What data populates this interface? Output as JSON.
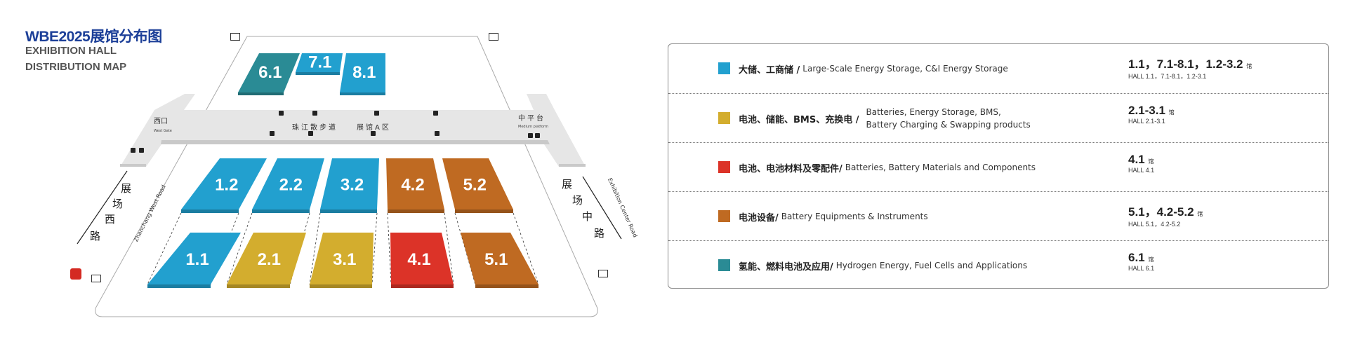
{
  "header": {
    "title": "WBE2025展馆分布图",
    "subtitle_line1": "EXHIBITION HALL",
    "subtitle_line2": "DISTRIBUTION MAP"
  },
  "map": {
    "halls": [
      {
        "id": "6.1",
        "category": "hydrogen"
      },
      {
        "id": "7.1",
        "category": "storage"
      },
      {
        "id": "8.1",
        "category": "storage"
      },
      {
        "id": "1.2",
        "category": "storage"
      },
      {
        "id": "2.2",
        "category": "storage"
      },
      {
        "id": "3.2",
        "category": "storage"
      },
      {
        "id": "4.2",
        "category": "equipment"
      },
      {
        "id": "5.2",
        "category": "equipment"
      },
      {
        "id": "1.1",
        "category": "storage"
      },
      {
        "id": "2.1",
        "category": "batteries"
      },
      {
        "id": "3.1",
        "category": "batteries"
      },
      {
        "id": "4.1",
        "category": "materials"
      },
      {
        "id": "5.1",
        "category": "equipment"
      }
    ],
    "road_labels": {
      "west_gate": "西口",
      "west_gate_en": "West Gate",
      "promenade": "珠江散步道",
      "zone_a": "展馆A区",
      "platform": "中平台",
      "platform_en": "Medium platform"
    },
    "side_roads": {
      "west": [
        "展",
        "场",
        "西",
        "路"
      ],
      "west_en": "Zhanchang West Road",
      "center": [
        "展",
        "场",
        "中",
        "路"
      ],
      "center_en": "Exhibition Center Road"
    }
  },
  "colors": {
    "storage": "#22a0cf",
    "batteries": "#d3ad2e",
    "materials": "#dc3328",
    "equipment": "#bf6a22",
    "hydrogen": "#2a8b95"
  },
  "legend": [
    {
      "category": "storage",
      "zh": "大储、工商储 /",
      "en": "Large-Scale Energy Storage, C&I Energy Storage",
      "halls": "1.1，7.1-8.1，1.2-3.2",
      "suffix": "馆",
      "hall_en": "HALL 1.1，7.1-8.1，1.2-3.1"
    },
    {
      "category": "batteries",
      "zh": "电池、储能、BMS、充换电 /",
      "en": "Batteries, Energy Storage, BMS,",
      "en2": "Battery Charging & Swapping products",
      "halls": "2.1-3.1",
      "suffix": "馆",
      "hall_en": "HALL 2.1-3.1"
    },
    {
      "category": "materials",
      "zh": "电池、电池材料及零配件/",
      "en": "Batteries, Battery Materials and Components",
      "halls": "4.1",
      "suffix": "馆",
      "hall_en": "HALL 4.1"
    },
    {
      "category": "equipment",
      "zh": "电池设备/",
      "en": "Battery Equipments & Instruments",
      "halls": "5.1，4.2-5.2",
      "suffix": "馆",
      "hall_en": "HALL 5.1，4.2-5.2"
    },
    {
      "category": "hydrogen",
      "zh": "氢能、燃料电池及应用/",
      "en": "Hydrogen Energy, Fuel Cells and Applications",
      "halls": "6.1",
      "suffix": "馆",
      "hall_en": "HALL 6.1"
    }
  ]
}
